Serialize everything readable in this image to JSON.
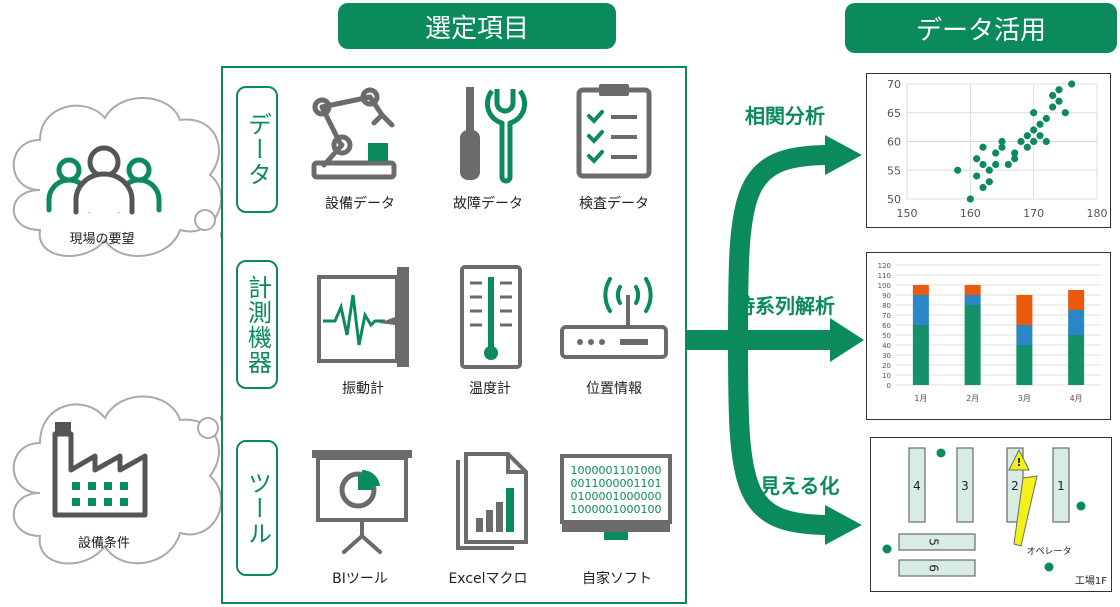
{
  "headers": {
    "selection": "選定項目",
    "utilization": "データ活用"
  },
  "clouds": {
    "field_needs": "現場の要望",
    "equipment_conditions": "設備条件"
  },
  "categories": {
    "data": "データ",
    "instruments": "計測機器",
    "tools": "ツール"
  },
  "items": {
    "equipment_data": "設備データ",
    "failure_data": "故障データ",
    "inspection_data": "検査データ",
    "vibration_meter": "振動計",
    "thermometer": "温度計",
    "position_info": "位置情報",
    "bi_tool": "BIツール",
    "excel_macro": "Excelマクロ",
    "custom_software": "自家ソフト"
  },
  "binary_text": [
    "1000001101000",
    "0011000001101",
    "0100001000000",
    "1000001000100"
  ],
  "outputs": {
    "correlation": "相関分析",
    "time_series": "時系列解析",
    "visualization": "見える化"
  },
  "colors": {
    "accent": "#0b8a5c",
    "green_bar": "#14906a",
    "blue_bar": "#2a86c6",
    "orange_bar": "#ea5a0c",
    "tile": "#d7ece3"
  },
  "chart_data": [
    {
      "type": "scatter",
      "title": "",
      "xlabel": "",
      "ylabel": "",
      "xlim": [
        150,
        180
      ],
      "ylim": [
        50,
        70
      ],
      "xticks": [
        150,
        160,
        170,
        180
      ],
      "yticks": [
        50,
        55,
        60,
        65,
        70
      ],
      "points": [
        [
          158,
          55
        ],
        [
          160,
          50
        ],
        [
          161,
          57
        ],
        [
          161,
          54
        ],
        [
          162,
          56
        ],
        [
          162,
          52
        ],
        [
          163,
          55
        ],
        [
          162,
          59
        ],
        [
          164,
          56
        ],
        [
          164,
          58
        ],
        [
          165,
          60
        ],
        [
          166,
          56
        ],
        [
          167,
          58
        ],
        [
          168,
          60
        ],
        [
          167,
          57
        ],
        [
          169,
          61
        ],
        [
          169,
          59
        ],
        [
          170,
          62
        ],
        [
          170,
          60
        ],
        [
          171,
          61
        ],
        [
          171,
          63
        ],
        [
          172,
          64
        ],
        [
          173,
          66
        ],
        [
          173,
          68
        ],
        [
          174,
          69
        ],
        [
          174,
          67
        ],
        [
          175,
          65
        ],
        [
          176,
          70
        ],
        [
          172,
          60
        ],
        [
          170,
          65
        ],
        [
          165,
          59
        ],
        [
          163,
          53
        ]
      ]
    },
    {
      "type": "bar",
      "stacked": true,
      "title": "",
      "xlabel": "",
      "ylabel": "",
      "ylim": [
        0,
        120
      ],
      "yticks": [
        0,
        10,
        20,
        30,
        40,
        50,
        60,
        70,
        80,
        90,
        100,
        110,
        120
      ],
      "categories": [
        "1月",
        "2月",
        "3月",
        "4月"
      ],
      "series": [
        {
          "values": [
            60,
            80,
            40,
            50
          ],
          "color": "#14906a"
        },
        {
          "values": [
            30,
            10,
            20,
            25
          ],
          "color": "#2a86c6"
        },
        {
          "values": [
            10,
            10,
            30,
            20
          ],
          "color": "#ea5a0c"
        }
      ]
    }
  ],
  "floor_plan": {
    "machines": [
      "4",
      "3",
      "2",
      "1"
    ],
    "horizontal_machines": [
      "5",
      "6"
    ],
    "operator_label": "オペレータ",
    "warning_symbol": "!",
    "factory_label": "工場1F"
  }
}
